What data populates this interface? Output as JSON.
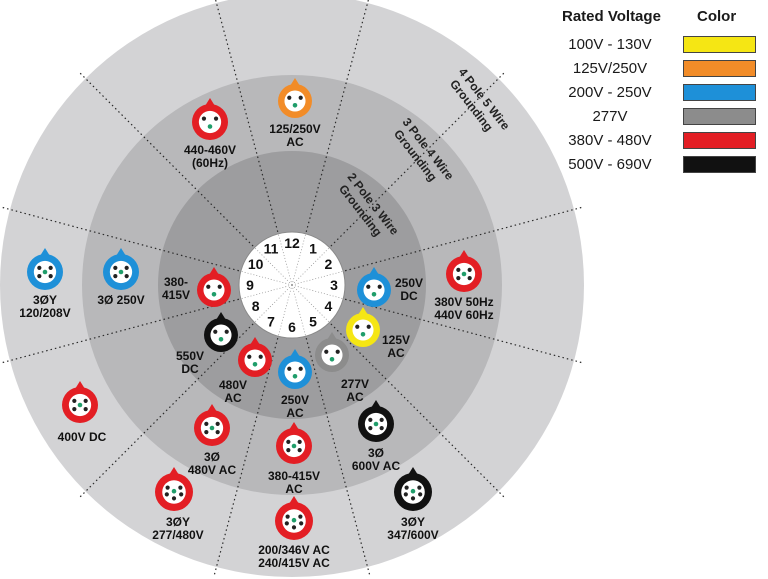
{
  "legend": {
    "voltage_header": "Rated Voltage",
    "color_header": "Color",
    "items": [
      {
        "label": "100V - 130V",
        "color": "#f5e614"
      },
      {
        "label": "125V/250V",
        "color": "#f28c28"
      },
      {
        "label": "200V - 250V",
        "color": "#1e90d8"
      },
      {
        "label": "277V",
        "color": "#8c8c8c"
      },
      {
        "label": "380V - 480V",
        "color": "#e31e24"
      },
      {
        "label": "500V - 690V",
        "color": "#111111"
      }
    ]
  },
  "ring_labels": {
    "four_pole": [
      "4 Pole 5 Wire",
      "Grounding"
    ],
    "three_pole": [
      "3 Pole 4 Wire",
      "Grounding"
    ],
    "two_pole": [
      "2 Pole 3 Wire",
      "Grounding"
    ]
  },
  "clock_numbers": [
    "12",
    "1",
    "2",
    "3",
    "4",
    "5",
    "6",
    "7",
    "8",
    "9",
    "10",
    "11"
  ],
  "connectors": [
    {
      "id": "c1",
      "color": "orange",
      "pins": 3,
      "lines": [
        "125/250V",
        "AC"
      ]
    },
    {
      "id": "c2",
      "color": "red",
      "pins": 3,
      "lines": [
        "440-460V",
        "(60Hz)"
      ]
    },
    {
      "id": "c3",
      "color": "blue",
      "pins": 4,
      "lines": [
        "3ØY",
        "120/208V"
      ]
    },
    {
      "id": "c4",
      "color": "blue",
      "pins": 4,
      "lines": [
        "3Ø 250V"
      ]
    },
    {
      "id": "c5",
      "color": "red",
      "pins": 3,
      "lines": [
        "380-",
        "415V"
      ]
    },
    {
      "id": "c6",
      "color": "black",
      "pins": 3,
      "lines": [
        "550V",
        "DC"
      ]
    },
    {
      "id": "c7",
      "color": "red",
      "pins": 3,
      "lines": [
        "480V",
        "AC"
      ]
    },
    {
      "id": "c8",
      "color": "blue",
      "pins": 3,
      "lines": [
        "250V",
        "AC"
      ]
    },
    {
      "id": "c9",
      "color": "gray",
      "pins": 3,
      "lines": [
        "277V",
        "AC"
      ]
    },
    {
      "id": "c10",
      "color": "yellow",
      "pins": 3,
      "lines": [
        "125V",
        "AC"
      ]
    },
    {
      "id": "c11",
      "color": "blue",
      "pins": 3,
      "lines": [
        "250V",
        "DC"
      ]
    },
    {
      "id": "c12",
      "color": "red",
      "pins": 4,
      "lines": [
        "380V 50Hz",
        "440V 60Hz"
      ]
    },
    {
      "id": "c13",
      "color": "red",
      "pins": 4,
      "lines": [
        "400V DC"
      ]
    },
    {
      "id": "c14",
      "color": "red",
      "pins": 4,
      "lines": [
        "3Ø",
        "480V AC"
      ]
    },
    {
      "id": "c15",
      "color": "red",
      "pins": 4,
      "lines": [
        "380-415V",
        "AC"
      ]
    },
    {
      "id": "c16",
      "color": "black",
      "pins": 4,
      "lines": [
        "3Ø",
        "600V AC"
      ]
    },
    {
      "id": "c17",
      "color": "red",
      "pins": 5,
      "lines": [
        "3ØY",
        "277/480V"
      ]
    },
    {
      "id": "c18",
      "color": "red",
      "pins": 5,
      "lines": [
        "200/346V AC",
        "240/415V AC"
      ]
    },
    {
      "id": "c19",
      "color": "black",
      "pins": 5,
      "lines": [
        "3ØY",
        "347/600V"
      ]
    }
  ]
}
